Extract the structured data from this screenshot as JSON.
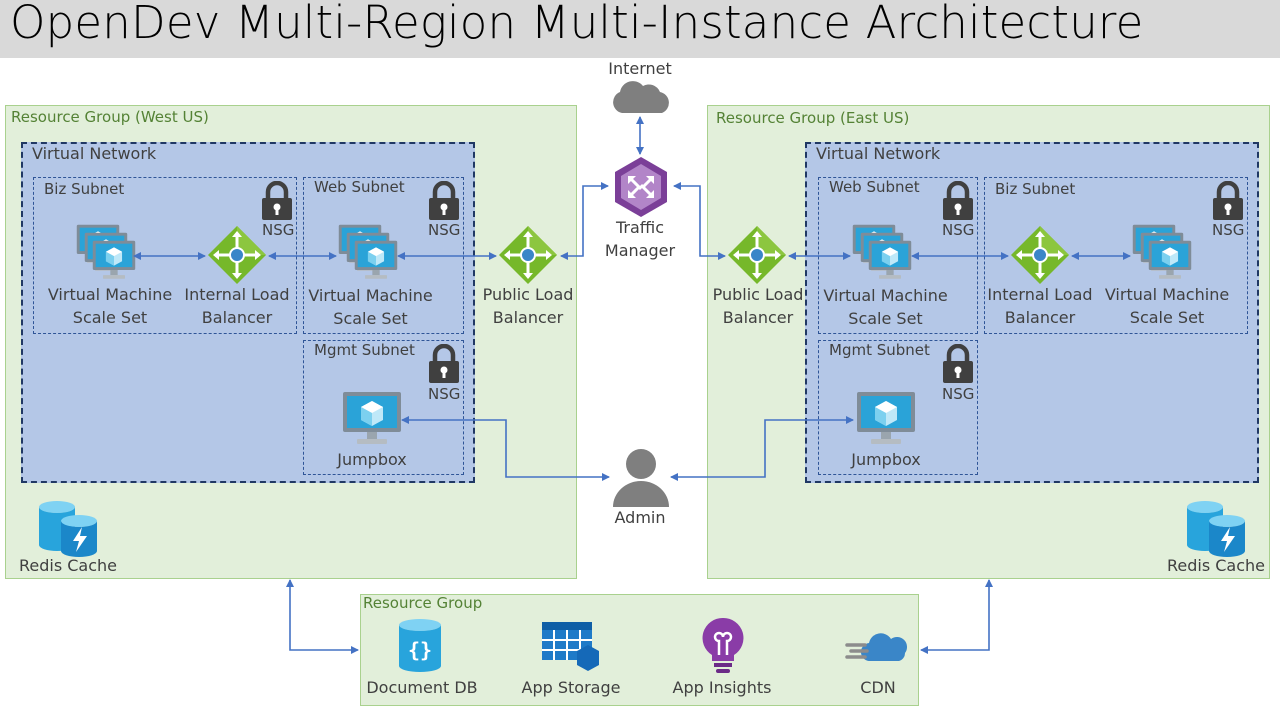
{
  "title": "OpenDev Multi-Region Multi-Instance Architecture",
  "internet": "Internet",
  "traffic_manager": [
    "Traffic",
    "Manager"
  ],
  "admin": "Admin",
  "west": {
    "group": "Resource Group (West US)",
    "vnet": "Virtual Network",
    "biz_subnet": "Biz Subnet",
    "web_subnet": "Web Subnet",
    "mgmt_subnet": "Mgmt Subnet",
    "nsg": "NSG",
    "vmss_biz": [
      "Virtual Machine",
      "Scale Set"
    ],
    "ilb": [
      "Internal Load",
      "Balancer"
    ],
    "vmss_web": [
      "Virtual Machine",
      "Scale Set"
    ],
    "plb": [
      "Public Load",
      "Balancer"
    ],
    "jumpbox": "Jumpbox",
    "redis": "Redis Cache"
  },
  "east": {
    "group": "Resource Group (East US)",
    "vnet": "Virtual Network",
    "web_subnet": "Web Subnet",
    "biz_subnet": "Biz Subnet",
    "mgmt_subnet": "Mgmt Subnet",
    "nsg": "NSG",
    "plb": [
      "Public Load",
      "Balancer"
    ],
    "vmss_web": [
      "Virtual Machine",
      "Scale Set"
    ],
    "ilb": [
      "Internal Load",
      "Balancer"
    ],
    "vmss_biz": [
      "Virtual Machine",
      "Scale Set"
    ],
    "jumpbox": "Jumpbox",
    "redis": "Redis Cache"
  },
  "shared": {
    "group": "Resource Group",
    "document_db": "Document DB",
    "app_storage": "App Storage",
    "app_insights": "App Insights",
    "cdn": "CDN"
  },
  "colors": {
    "title_bar": "#d9d9d9",
    "resource_group_fill": "#e2efda",
    "resource_group_label": "#548235",
    "vnet_fill": "#b4c7e7",
    "vnet_border": "#203864",
    "arrow": "#4472c4"
  }
}
